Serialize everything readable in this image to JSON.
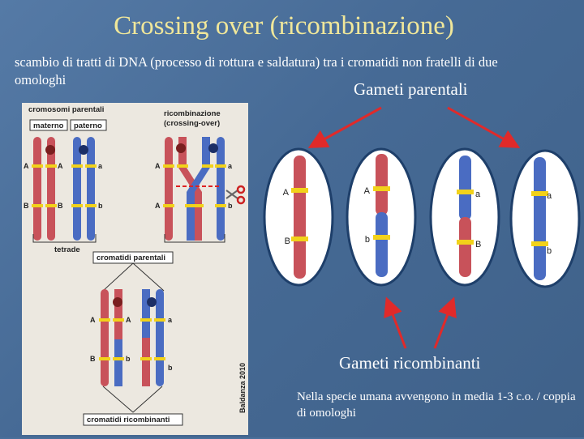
{
  "slide": {
    "title": "Crossing over (ricombinazione)",
    "description": "scambio di tratti di DNA  (processo di rottura e saldatura) tra i cromatidi non fratelli di due omologhi",
    "parental_label": "Gameti parentali",
    "recombinant_label": "Gameti ricombinanti",
    "note": "Nella specie umana avvengono in media 1-3 c.o. / coppia di omologhi"
  },
  "figure": {
    "homologs_title": "cromosomi parentali",
    "maternal": "materno",
    "paternal": "paterno",
    "recomb_title_1": "ricombinazione",
    "recomb_title_2": "(crossing-over)",
    "tetrad": "tetrade",
    "parental_chromatids": "cromatidi parentali",
    "recombinant_chromatids": "cromatidi ricombinanti",
    "credit": "Baldanza 2010",
    "allele_A": "A",
    "allele_a": "a",
    "allele_B": "B",
    "allele_b": "b"
  },
  "gametes": [
    {
      "top": "A",
      "bottom": "B"
    },
    {
      "top": "A",
      "bottom": "b"
    },
    {
      "top": "a",
      "bottom": "B"
    },
    {
      "top": "a",
      "bottom": "b"
    }
  ],
  "colors": {
    "background": "#4a6f9a",
    "title": "#f0e79a",
    "maternal_red": "#c8525a",
    "paternal_blue": "#4a6cc2",
    "arrow_red": "#e02a2a",
    "allele_band": "#f2d21a"
  }
}
